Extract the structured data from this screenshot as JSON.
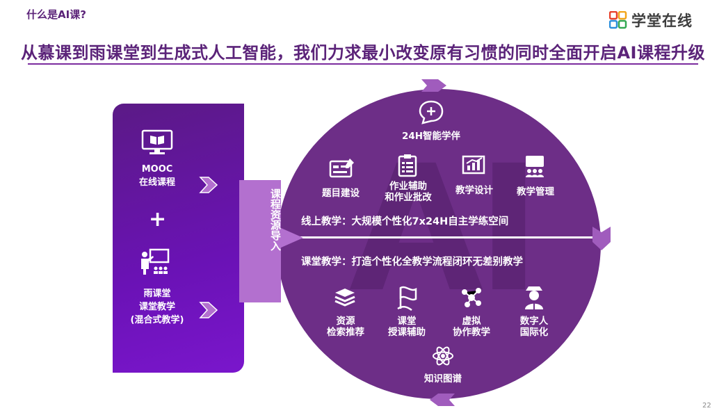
{
  "header": {
    "section_label": "什么是AI课?",
    "logo_text": "学堂在线",
    "main_title": "从慕课到雨课堂到生成式人工智能，我们力求最小改变原有习惯的同时全面开启AI课程升级"
  },
  "colors": {
    "title": "#5b2379",
    "panel": "#6a12b5",
    "circle": "#6d2e87",
    "import_box": "#b370cf",
    "arrow": "#a05cbd"
  },
  "left_panel": {
    "mooc_label": "MOOC",
    "mooc_sub": "在线课程",
    "plus": "+",
    "rain_line1": "雨课堂",
    "rain_line2": "课堂教学",
    "rain_line3": "(混合式教学)"
  },
  "import_label": "课程资源导入",
  "circle": {
    "watermark": "AI",
    "top_item": "24H智能学伴",
    "online_items": [
      "题目建设",
      "作业辅助\n和作业批改",
      "教学设计",
      "教学管理"
    ],
    "online_band": "线上教学：大规模个性化7x24H自主学练空间",
    "classroom_band": "课堂教学：打造个性化全教学流程闭环无差别教学",
    "classroom_items": [
      "资源\n检索推荐",
      "课堂\n授课辅助",
      "虚拟\n协作教学",
      "数字人\n国际化"
    ],
    "bottom_item": "知识图谱"
  },
  "page_number": "22"
}
